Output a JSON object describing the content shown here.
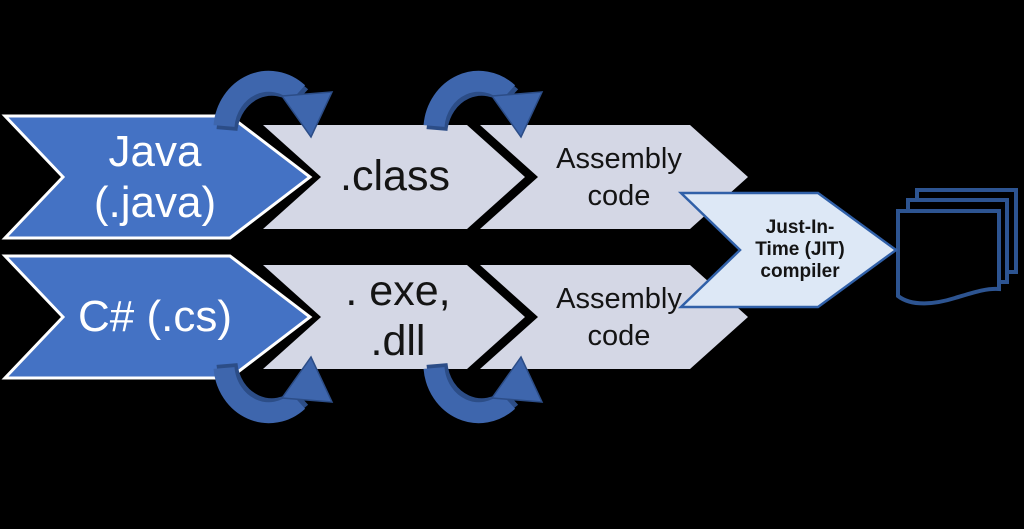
{
  "colors": {
    "bg": "#000000",
    "chevron-blue": "#4472c4",
    "chevron-lavender": "#d4d7e5",
    "stroke-white": "#ffffff",
    "arc-blue": "#3e66ad",
    "arc-blue-dark": "#2c4d87",
    "jit-fill": "#dde8f6",
    "jit-stroke": "#3060a8",
    "doc-stroke": "#2d5491",
    "text-dark": "#141414",
    "text-light": "#ffffff"
  },
  "labels": {
    "java_source": "Java\n(.java)",
    "java_stage1": ".class",
    "java_stage2": "Assembly\ncode",
    "cs_source": "C# (.cs)",
    "cs_stage1": ". exe,\n.dll",
    "cs_stage2": "Assembly\ncode",
    "jit": "Just-In-\nTime (JIT)\ncompiler"
  },
  "icons": {
    "loop_arrow": "curved-loop-arrow",
    "documents": "document-stack"
  }
}
